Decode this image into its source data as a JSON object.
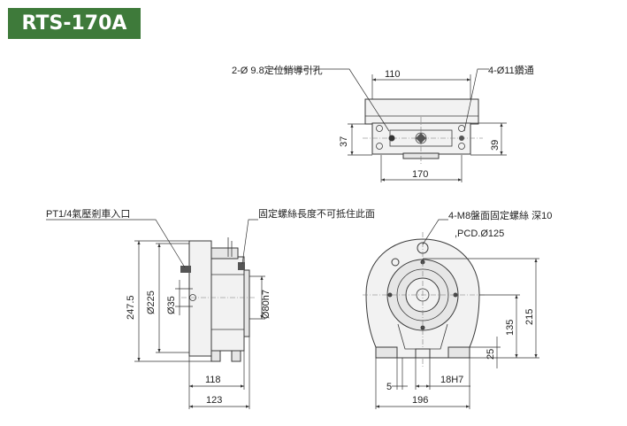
{
  "model": "RTS-170A",
  "top_view": {
    "label_pin_holes": "2-Ø 9.8定位銷導引孔",
    "label_thru_holes": "4-Ø11鑽通",
    "dim_110": "110",
    "dim_37": "37",
    "dim_39": "39",
    "dim_170": "170"
  },
  "side_view": {
    "label_inlet": "PT1/4氣壓剎車入口",
    "label_limit": "固定螺絲長度不可抵住此面",
    "dim_247_5": "247.5",
    "dim_225": "Ø225",
    "dim_35": "Ø35",
    "dim_80h7": "Ø80h7",
    "dim_118": "118",
    "dim_123": "123"
  },
  "front_view": {
    "label_screws_line1": "4-M8盤面固定螺絲 深10",
    "label_screws_line2": ",PCD.Ø125",
    "dim_215": "215",
    "dim_135": "135",
    "dim_25": "25",
    "dim_5": "5",
    "dim_18h7": "18H7",
    "dim_196": "196"
  }
}
